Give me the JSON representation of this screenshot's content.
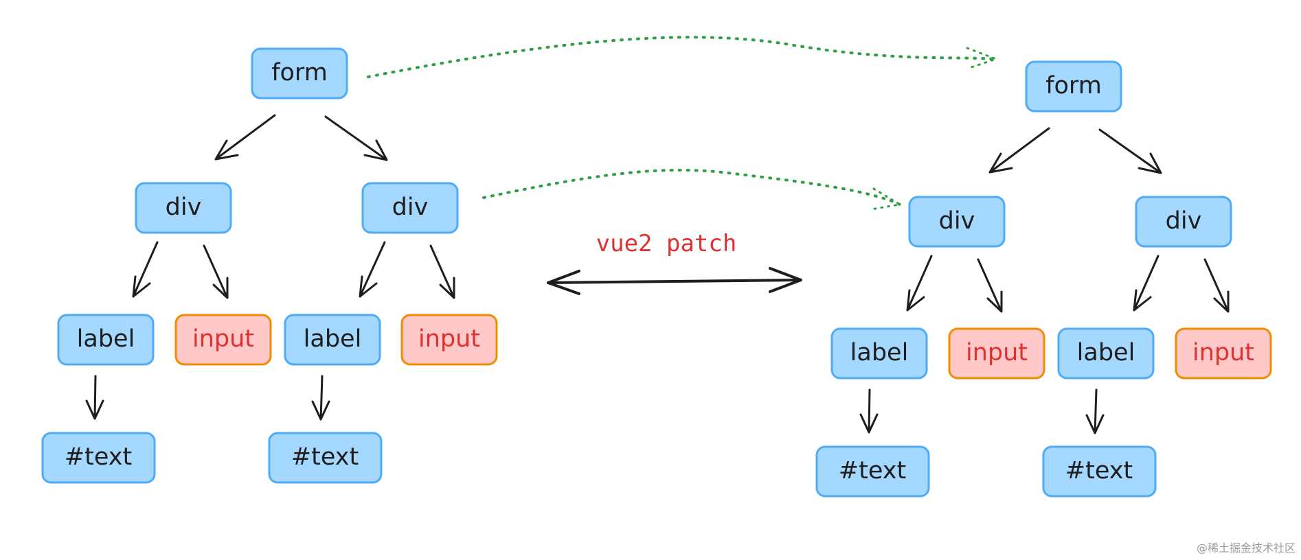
{
  "diagram": {
    "patch_label": "vue2 patch",
    "watermark": "@稀土掘金技术社区",
    "colors": {
      "node_fill": "#a5d8ff",
      "node_stroke": "#4dabf7",
      "input_fill": "#ffc9c9",
      "input_stroke": "#f08c00",
      "input_text": "#e03131",
      "mapping_arrow": "#2f9e44",
      "patch_label": "#e03131"
    },
    "old_tree": {
      "form": "form",
      "div_a": "div",
      "div_b": "div",
      "label_a": "label",
      "input_a": "input",
      "label_b": "label",
      "input_b": "input",
      "text_a": "#text",
      "text_b": "#text"
    },
    "new_tree": {
      "form": "form",
      "div_a": "div",
      "div_b": "div",
      "label_a": "label",
      "input_a": "input",
      "label_b": "label",
      "input_b": "input",
      "text_a": "#text",
      "text_b": "#text"
    }
  }
}
